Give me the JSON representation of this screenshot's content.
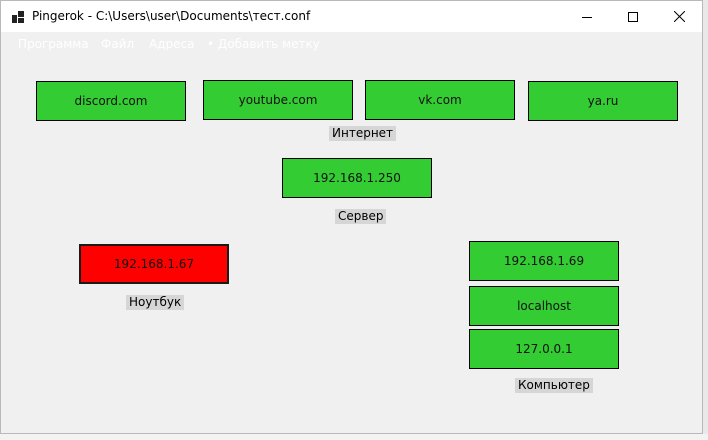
{
  "window": {
    "title": "Pingerok - C:\\Users\\user\\Documents\\тест.conf"
  },
  "menu": {
    "items": [
      "Программа",
      "Файл",
      "Адреса",
      "• Добавить метку"
    ]
  },
  "groups": {
    "internet": {
      "label": "Интернет",
      "hosts": [
        {
          "name": "discord.com",
          "status": "up"
        },
        {
          "name": "youtube.com",
          "status": "up"
        },
        {
          "name": "vk.com",
          "status": "up"
        },
        {
          "name": "ya.ru",
          "status": "up"
        }
      ]
    },
    "server": {
      "label": "Сервер",
      "hosts": [
        {
          "name": "192.168.1.250",
          "status": "up"
        }
      ]
    },
    "laptop": {
      "label": "Ноутбук",
      "hosts": [
        {
          "name": "192.168.1.67",
          "status": "down"
        }
      ]
    },
    "computer": {
      "label": "Компьютер",
      "hosts": [
        {
          "name": "192.168.1.69",
          "status": "up"
        },
        {
          "name": "localhost",
          "status": "up"
        },
        {
          "name": "127.0.0.1",
          "status": "up"
        }
      ]
    }
  },
  "colors": {
    "up": "#33cc33",
    "down": "#ff0000"
  }
}
